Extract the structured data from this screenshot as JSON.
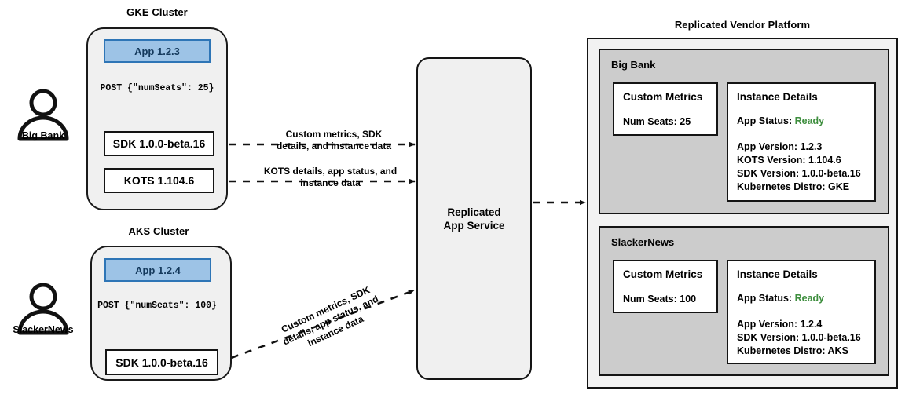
{
  "diagram": {
    "title_gke": "GKE Cluster",
    "title_aks": "AKS Cluster",
    "title_platform": "Replicated Vendor Platform"
  },
  "actors": [
    {
      "name": "Big Bank",
      "icon": "person-icon"
    },
    {
      "name": "SlackerNews",
      "icon": "person-icon"
    }
  ],
  "gke_cluster": {
    "app": "App 1.2.3",
    "post": "POST {\"numSeats\": 25}",
    "sdk": "SDK 1.0.0-beta.16",
    "kots": "KOTS 1.104.6"
  },
  "aks_cluster": {
    "app": "App 1.2.4",
    "post": "POST {\"numSeats\": 100}",
    "sdk": "SDK 1.0.0-beta.16"
  },
  "edges": {
    "sdk_to_service_line1": "Custom metrics, SDK",
    "sdk_to_service_line2": "details, and instance data",
    "kots_to_service_line1": "KOTS details, app status, and",
    "kots_to_service_line2": "instance data",
    "aks_to_service_line1": "Custom metrics, SDK",
    "aks_to_service_line2": "details, app status, and",
    "aks_to_service_line3": "instance data"
  },
  "service": {
    "line1": "Replicated",
    "line2": "App Service"
  },
  "platform": {
    "tenants": [
      {
        "name": "Big Bank",
        "metrics": {
          "title": "Custom Metrics",
          "rows": [
            "Num Seats: 25"
          ]
        },
        "instance": {
          "title": "Instance Details",
          "status_label": "App Status:",
          "status_value": "Ready",
          "rows": [
            "App Version: 1.2.3",
            "KOTS Version: 1.104.6",
            "SDK Version: 1.0.0-beta.16",
            "Kubernetes Distro: GKE"
          ]
        }
      },
      {
        "name": "SlackerNews",
        "metrics": {
          "title": "Custom Metrics",
          "rows": [
            "Num Seats: 100"
          ]
        },
        "instance": {
          "title": "Instance Details",
          "status_label": "App Status:",
          "status_value": "Ready",
          "rows": [
            "App Version: 1.2.4",
            "SDK Version: 1.0.0-beta.16",
            "Kubernetes Distro: AKS"
          ]
        }
      }
    ]
  },
  "colors": {
    "app_fill": "#9DC3E6",
    "app_border": "#2E75B6",
    "cluster_fill": "#F0F0F0",
    "tenant_fill": "#CCCCCC",
    "platform_fill": "#F2F2F2",
    "status_green": "#3E8E3E",
    "stroke": "#141414"
  }
}
